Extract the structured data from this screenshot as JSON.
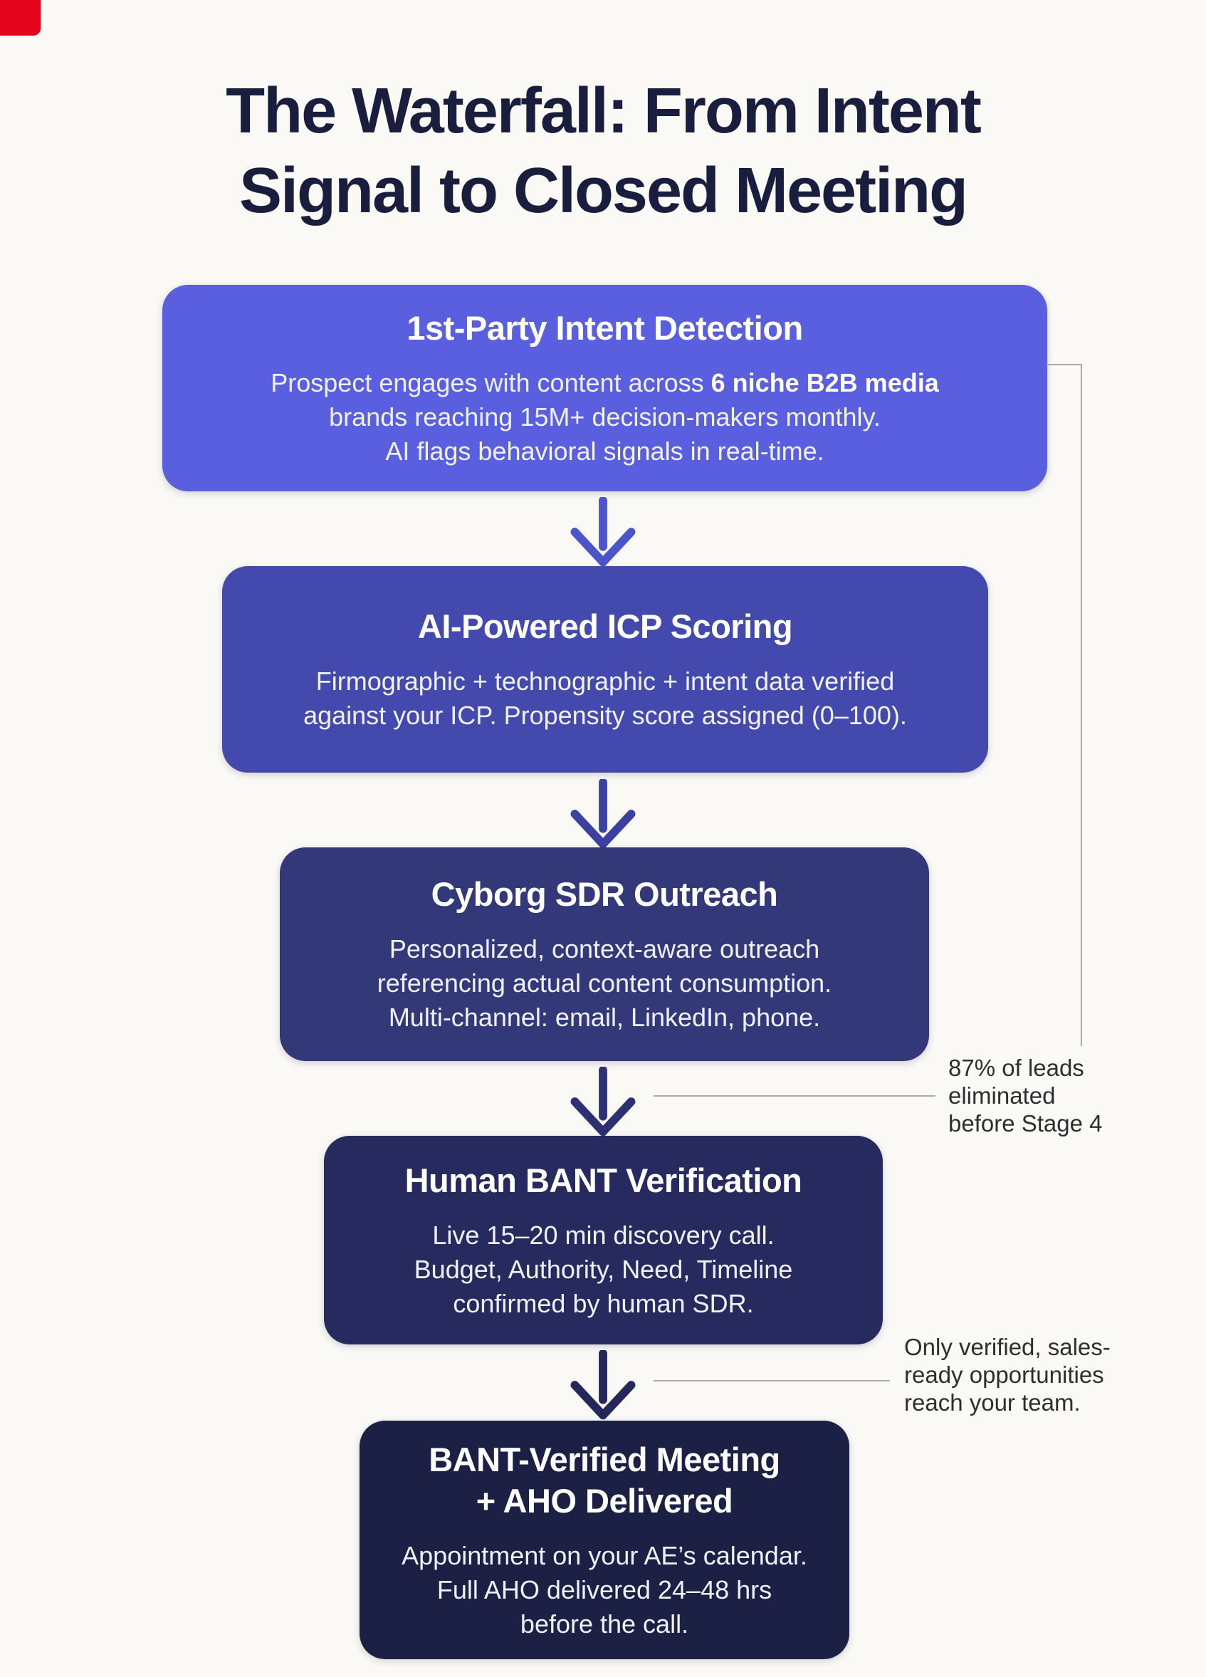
{
  "title": {
    "line1": "The Waterfall: From Intent",
    "line2": "Signal to Closed Meeting"
  },
  "stages": [
    {
      "title": "1st-Party Intent Detection",
      "line1_regular": "Prospect engages with content across ",
      "line1_bold": "6 niche B2B media",
      "line2": "brands reaching 15M+ decision-makers monthly.",
      "line3": "AI flags behavioral signals in real-time.",
      "color": "#5a5fe0"
    },
    {
      "title": "AI-Powered ICP Scoring",
      "line1": "Firmographic + technographic + intent data verified",
      "line2": "against your ICP. Propensity score assigned (0–100).",
      "color": "#4349ad"
    },
    {
      "title": "Cyborg SDR Outreach",
      "line1": "Personalized, context-aware outreach",
      "line2": "referencing actual content consumption.",
      "line3": "Multi-channel: email, LinkedIn, phone.",
      "color": "#333879"
    },
    {
      "title": "Human BANT Verification",
      "line1": "Live 15–20 min discovery call.",
      "line2": "Budget, Authority, Need, Timeline",
      "line3": "confirmed by human SDR.",
      "color": "#272a5e"
    },
    {
      "title_line1": "BANT-Verified Meeting",
      "title_line2": "+ AHO Delivered",
      "line1": "Appointment on your AE’s calendar.",
      "line2": "Full AHO delivered 24–48 hrs",
      "line3": "before the call.",
      "color": "#1d2045"
    }
  ],
  "annotations": [
    {
      "line1": "87% of leads",
      "line2": "eliminated",
      "line3": "before Stage 4"
    },
    {
      "line1": "Only verified, sales-",
      "line2": "ready opportunities",
      "line3": "reach your team."
    }
  ],
  "icons": {
    "down_arrow": "chevron-down-arrow"
  },
  "colors": {
    "background": "#faf9f6",
    "title_text": "#1a1e3e",
    "annotation_text": "#2e2e2e",
    "connector_line": "#a9a9a9",
    "corner_mark": "#e4051c",
    "arrow_1": "#4c54ca",
    "arrow_2": "#3b41a0",
    "arrow_3": "#2d3173",
    "arrow_4": "#242759"
  }
}
